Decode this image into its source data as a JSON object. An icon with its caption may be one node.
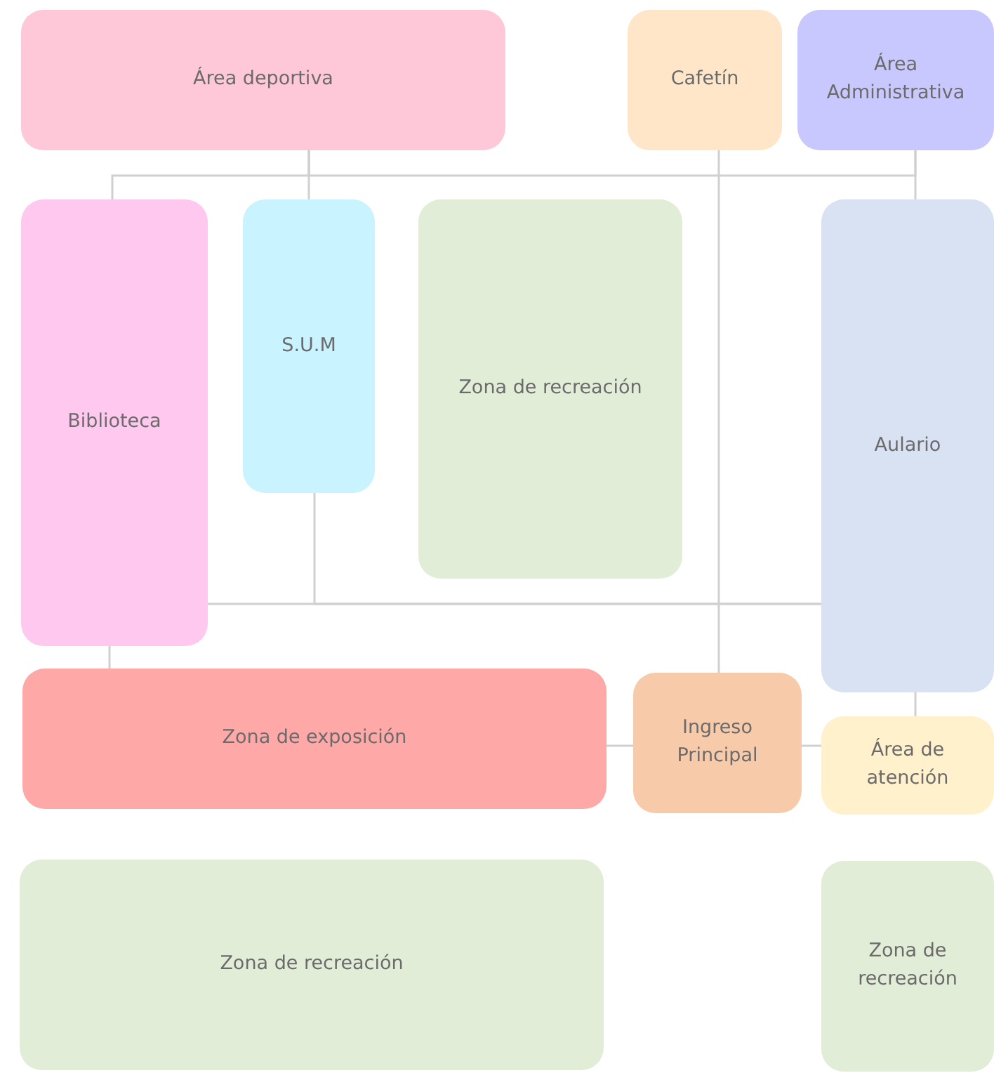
{
  "diagram": {
    "nodes": [
      {
        "text": [
          "Área deportiva"
        ]
      },
      {
        "text": [
          "Cafetín"
        ]
      },
      {
        "text": [
          "Área Administrativa"
        ]
      },
      {
        "text": [
          "Biblioteca"
        ]
      },
      {
        "text": [
          "S.U.M"
        ]
      },
      {
        "text": [
          "Zona de recreación"
        ]
      },
      {
        "text": [
          "Aulario"
        ]
      },
      {
        "text": [
          "Zona de exposición"
        ]
      },
      {
        "text": [
          "Ingreso Principal"
        ]
      },
      {
        "text": [
          "Área de atención"
        ]
      },
      {
        "text": [
          "Zona de recreación"
        ]
      },
      {
        "text": [
          "Zona de recreación"
        ]
      }
    ],
    "edges": [
      {
        "from": 0,
        "to": 3,
        "arrow": "none"
      },
      {
        "from": 0,
        "to": 4,
        "arrow": "none"
      },
      {
        "from": 0,
        "to": 2,
        "arrow": "none"
      },
      {
        "from": 2,
        "to": 6,
        "arrow": "none"
      },
      {
        "from": 1,
        "to": 8,
        "arrow": "none"
      },
      {
        "from": 3,
        "to": 6,
        "arrow": "none"
      },
      {
        "from": 4,
        "to": 6,
        "arrow": "none"
      },
      {
        "from": 3,
        "to": 7,
        "arrow": "none"
      },
      {
        "from": 7,
        "to": 8,
        "arrow": "none"
      },
      {
        "from": 8,
        "to": 9,
        "arrow": "none"
      },
      {
        "from": 6,
        "to": 9,
        "arrow": "none"
      }
    ]
  }
}
